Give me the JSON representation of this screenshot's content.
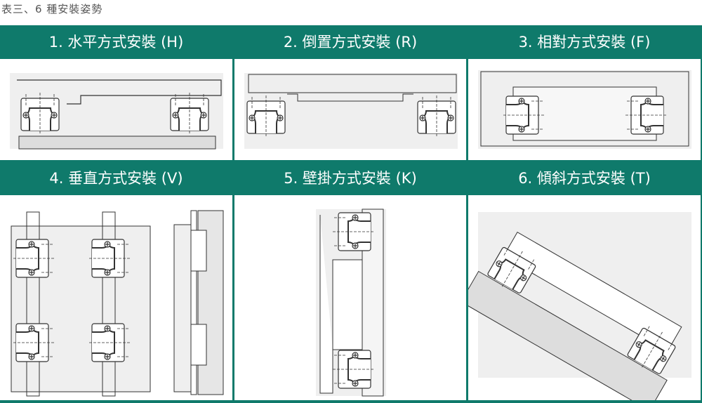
{
  "caption": "表三、6 種安裝姿勢",
  "postures": [
    {
      "label": "1. 水平方式安裝 (H)",
      "icon": "horizontal-mounting-drawing"
    },
    {
      "label": "2. 倒置方式安裝 (R)",
      "icon": "reverse-mounting-drawing"
    },
    {
      "label": "3. 相對方式安裝 (F)",
      "icon": "facing-mounting-drawing"
    },
    {
      "label": "4. 垂直方式安裝 (V)",
      "icon": "vertical-mounting-drawing"
    },
    {
      "label": "5. 壁掛方式安裝 (K)",
      "icon": "wall-mounting-drawing"
    },
    {
      "label": "6. 傾斜方式安裝 (T)",
      "icon": "tilted-mounting-drawing"
    }
  ],
  "colors": {
    "header": "#0f7a6b",
    "panel": "#efefef",
    "line": "#333333"
  }
}
